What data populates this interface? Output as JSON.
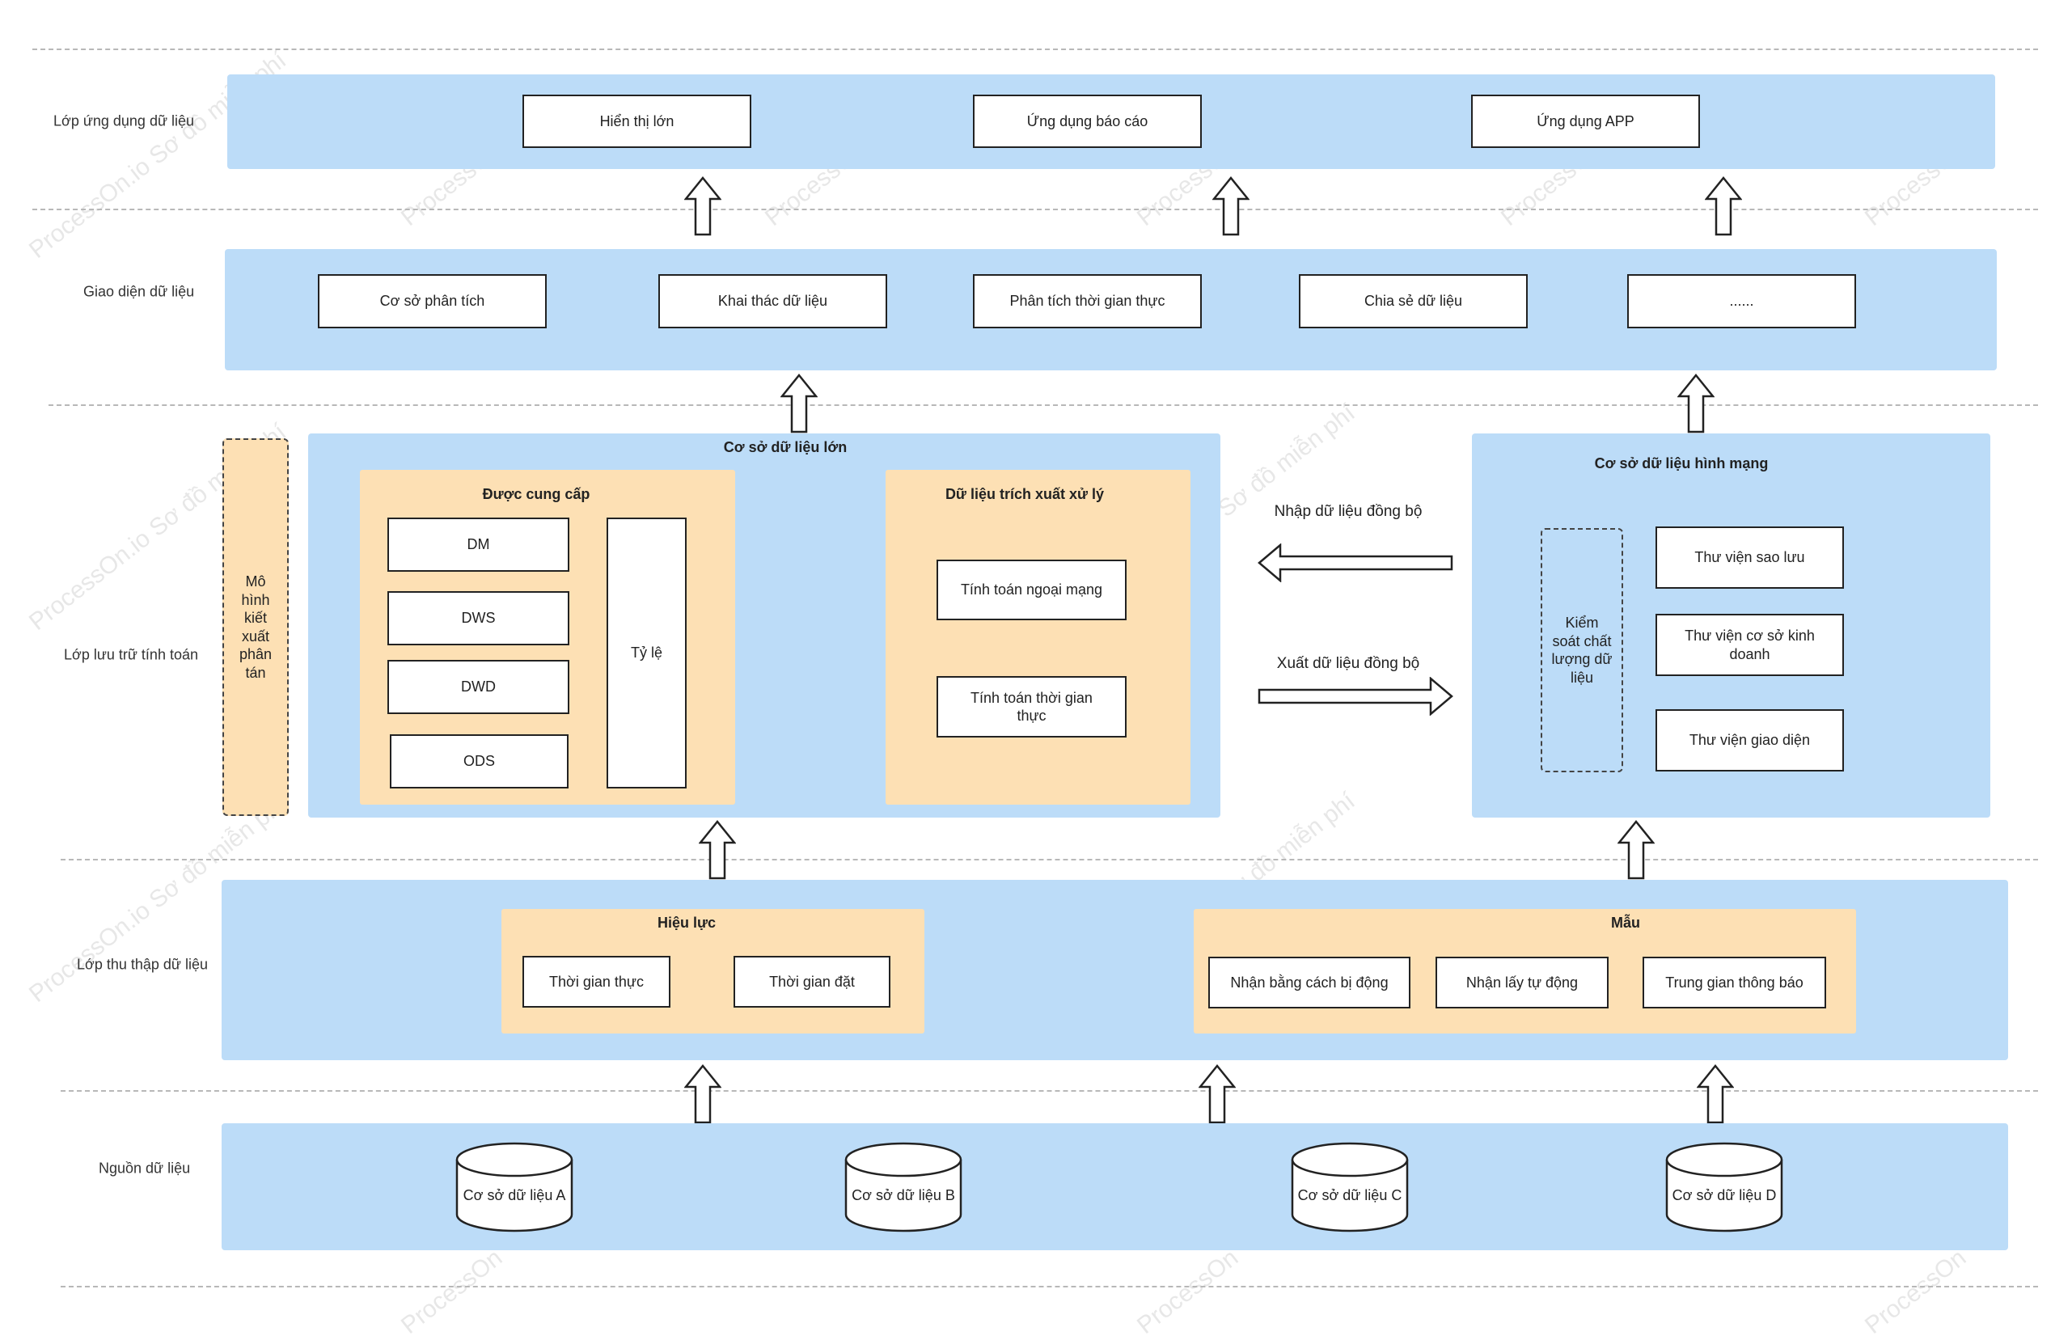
{
  "layers": {
    "application": "Lớp ứng dụng dữ liệu",
    "interface": "Giao diện dữ liệu",
    "storage": "Lớp lưu trữ tính toán",
    "collection": "Lớp thu thập dữ liệu",
    "source": "Nguồn dữ liệu"
  },
  "application": {
    "items": [
      "Hiển thị lớn",
      "Ứng dụng báo cáo",
      "Ứng dụng APP"
    ]
  },
  "interface": {
    "items": [
      "Cơ sở phân tích",
      "Khai thác dữ liệu",
      "Phân tích thời gian thực",
      "Chia sẻ dữ liệu",
      "......"
    ]
  },
  "storage": {
    "side_model": "Mô hình kiết xuất phân tán",
    "bigdata": {
      "title": "Cơ sở dữ liệu lớn",
      "provided": {
        "title": "Được cung cấp",
        "items": [
          "DM",
          "DWS",
          "DWD",
          "ODS"
        ],
        "ratio": "Tỷ lệ"
      },
      "extract": {
        "title": "Dữ liệu trích xuất xử lý",
        "items": [
          "Tính toán ngoại mạng",
          "Tính toán thời gian thực"
        ]
      }
    },
    "sync_in": "Nhập dữ liệu đồng bộ",
    "sync_out": "Xuất dữ liệu đồng bộ",
    "graph": {
      "title": "Cơ sở dữ liệu hình mạng",
      "quality": "Kiểm soát chất lượng dữ liệu",
      "items": [
        "Thư viện sao lưu",
        "Thư viện cơ sở kinh doanh",
        "Thư viện giao diện"
      ]
    }
  },
  "collection": {
    "effect": {
      "title": "Hiệu lực",
      "items": [
        "Thời gian thực",
        "Thời gian đặt"
      ]
    },
    "pattern": {
      "title": "Mẫu",
      "items": [
        "Nhận bằng cách bị động",
        "Nhận lấy tự động",
        "Trung gian thông báo"
      ]
    }
  },
  "sources": [
    "Cơ sở dữ liệu A",
    "Cơ sở dữ liệu B",
    "Cơ sở dữ liệu C",
    "Cơ sở dữ liệu D"
  ],
  "watermark": [
    "ProcessOn.io Sơ đồ miễn phí",
    "ProcessOn",
    "Sơ đồ miễn phí"
  ],
  "colors": {
    "panel": "#bcdcf8",
    "sub_panel": "#fde0b4",
    "border": "#222222"
  }
}
